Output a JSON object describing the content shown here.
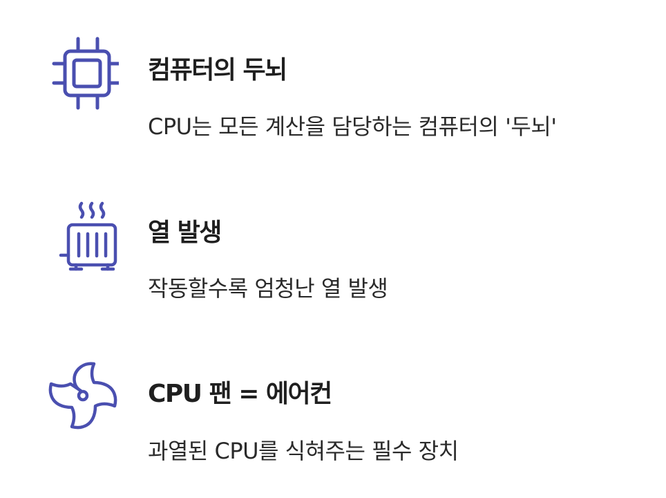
{
  "accent_color": "#4a4fb0",
  "items": [
    {
      "icon": "cpu-chip-icon",
      "title": "컴퓨터의 두뇌",
      "description": "CPU는 모든 계산을 담당하는 컴퓨터의 '두뇌'"
    },
    {
      "icon": "heater-icon",
      "title": "열 발생",
      "description": "작동할수록 엄청난 열 발생"
    },
    {
      "icon": "fan-icon",
      "title": "CPU 팬 = 에어컨",
      "description": "과열된 CPU를 식혀주는 필수 장치"
    }
  ]
}
